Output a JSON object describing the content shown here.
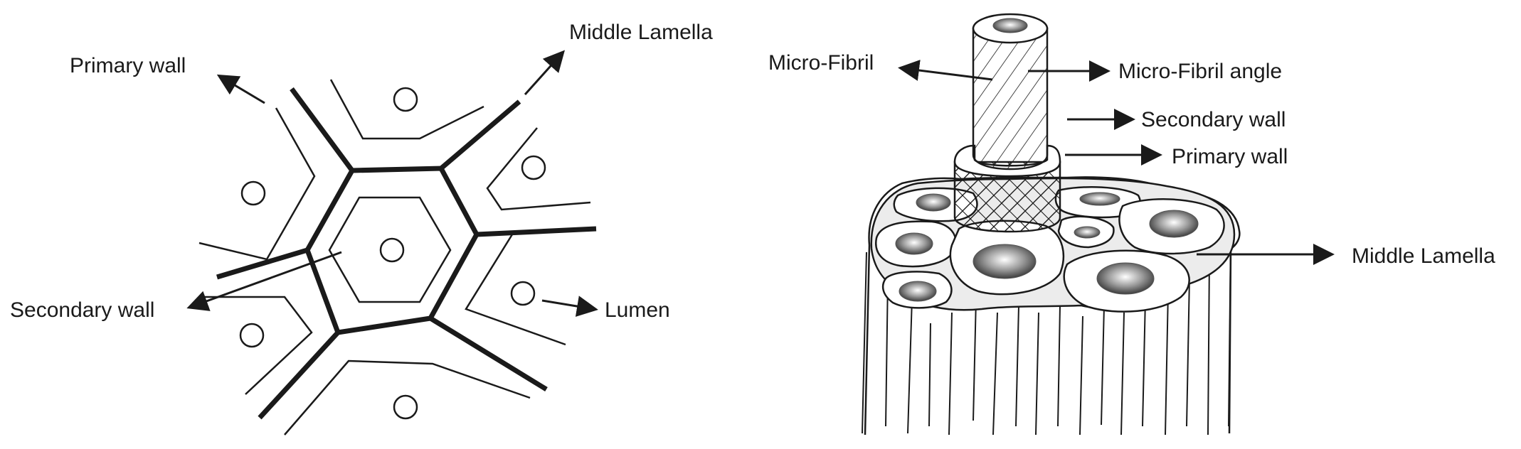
{
  "left_diagram": {
    "labels": {
      "middle_lamella": "Middle Lamella",
      "primary_wall": "Primary wall",
      "secondary_wall": "Secondary wall",
      "lumen": "Lumen"
    }
  },
  "right_diagram": {
    "labels": {
      "micro_fibril": "Micro-Fibril",
      "micro_fibril_angle": "Micro-Fibril angle",
      "secondary_wall": "Secondary wall",
      "primary_wall": "Primary wall",
      "middle_lamella": "Middle Lamella"
    }
  },
  "colors": {
    "ink": "#1a1a1a",
    "cell_fill": "#ececec"
  }
}
